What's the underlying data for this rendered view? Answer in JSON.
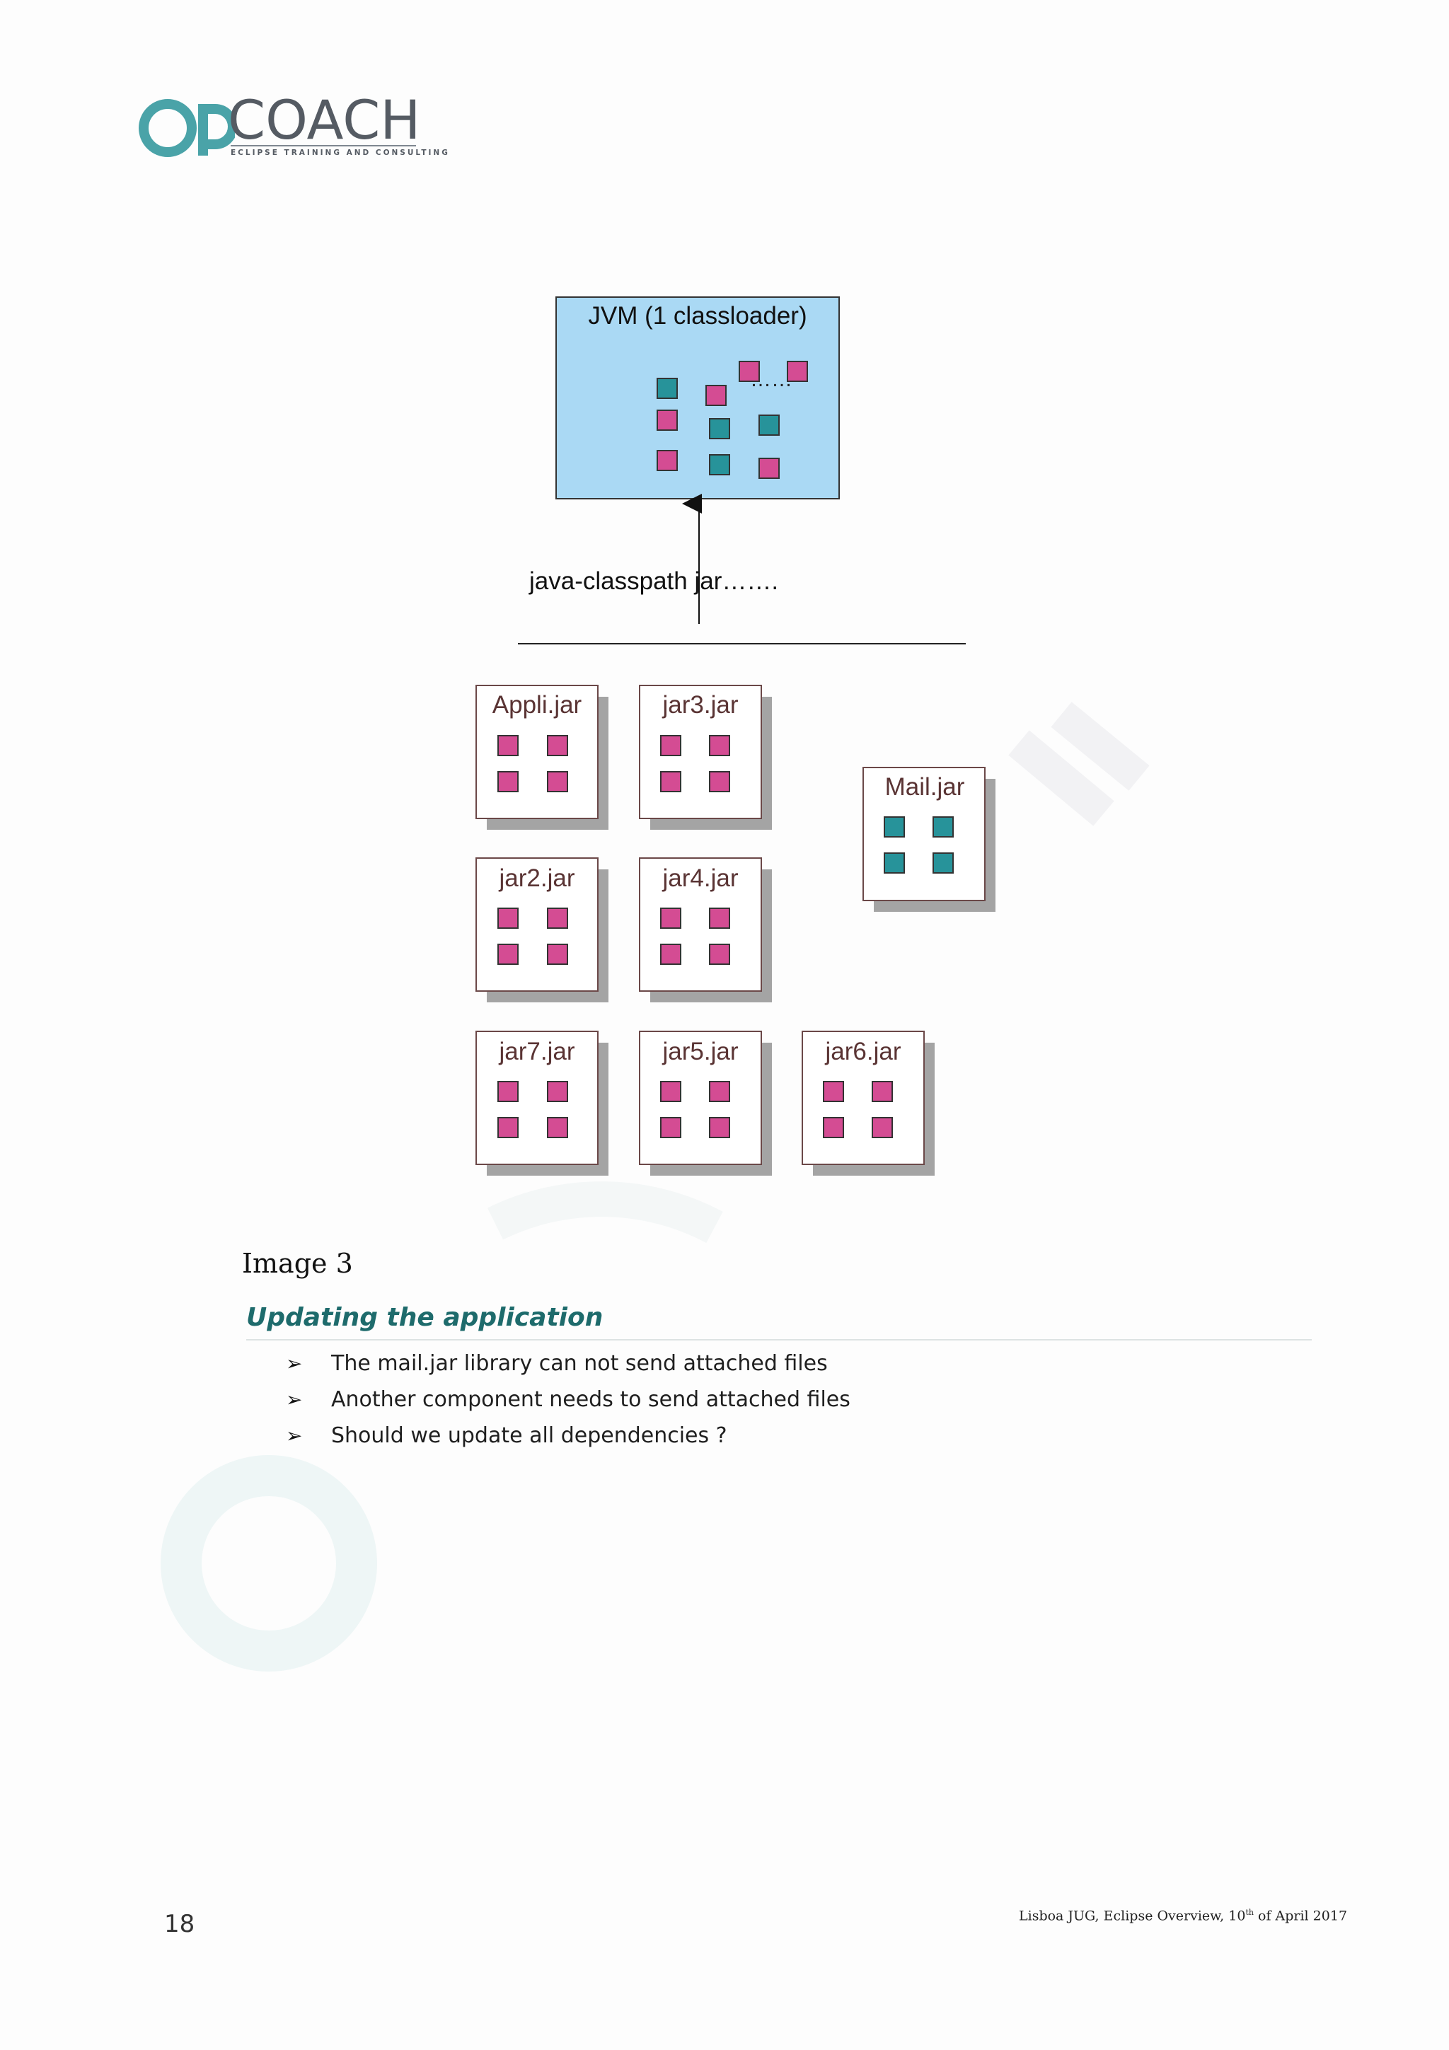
{
  "logo": {
    "wordmark": "COACH",
    "tagline": "ECLIPSE TRAINING AND CONSULTING",
    "colors": {
      "op": "#4aa3a8",
      "text": "#555b63"
    }
  },
  "diagram": {
    "jvm_label": "JVM (1 classloader)",
    "ellipsis": "……",
    "classpath_label": "java-classpath jar…….",
    "jars": [
      "Appli.jar",
      "jar3.jar",
      "Mail.jar",
      "jar2.jar",
      "jar4.jar",
      "jar7.jar",
      "jar5.jar",
      "jar6.jar"
    ],
    "colors": {
      "jvm_fill": "#aad9f4",
      "pink": "#d44c93",
      "teal": "#27939a",
      "border": "#6b4848"
    }
  },
  "caption": "Image 3",
  "section": {
    "heading": "Updating the application",
    "bullets": [
      "The mail.jar library can not send attached files",
      "Another component needs to send attached files",
      "Should we update all dependencies ?"
    ]
  },
  "footer": {
    "page_number": "18",
    "text_before": "Lisboa JUG, Eclipse Overview, 10",
    "text_sup": "th",
    "text_after": " of April 2017"
  }
}
